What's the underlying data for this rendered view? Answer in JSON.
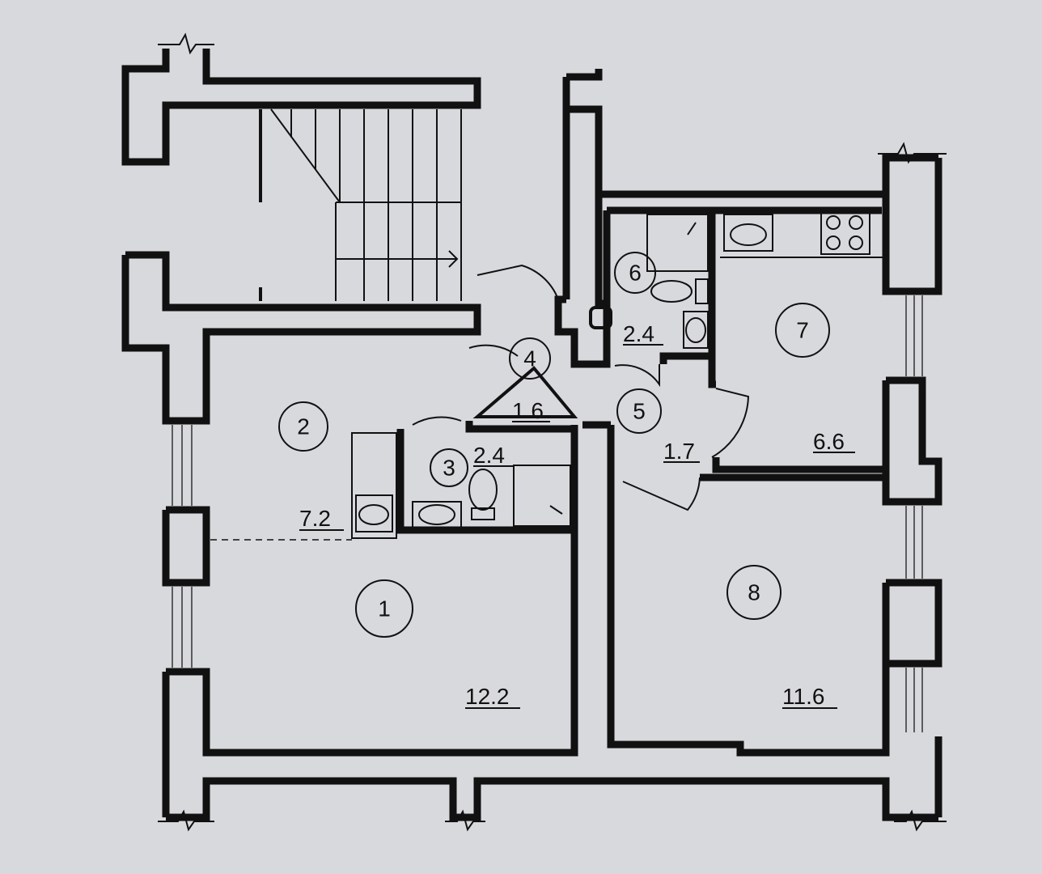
{
  "rooms": [
    {
      "id": "1",
      "area": "12.2"
    },
    {
      "id": "2",
      "area": "7.2"
    },
    {
      "id": "3",
      "area": "2.4"
    },
    {
      "id": "4",
      "area": "1.6"
    },
    {
      "id": "5",
      "area": "1.7"
    },
    {
      "id": "6",
      "area": "2.4"
    },
    {
      "id": "7",
      "area": "6.6"
    },
    {
      "id": "8",
      "area": "11.6"
    }
  ],
  "colors": {
    "background": "#d8d9dd",
    "ink": "#111111"
  }
}
